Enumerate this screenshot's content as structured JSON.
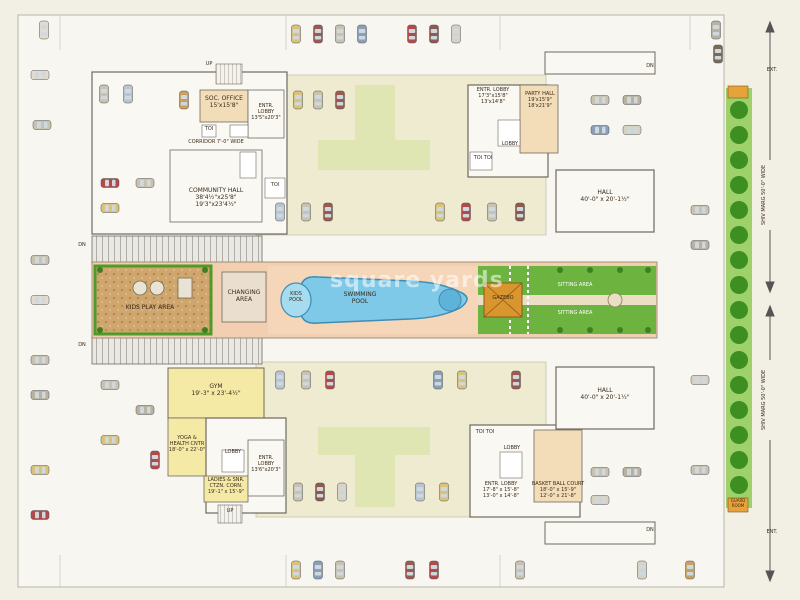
{
  "colors": {
    "ground": "#f2efe4",
    "road": "#f7f6f1",
    "courtyard": "#eeebd0",
    "green_pad": "#dfe6b4",
    "building_fill": "#f9f8f2",
    "room_yellow": "#f5e9a6",
    "room_peach": "#f3dcb8",
    "hatch": "#c9c6c0",
    "pool": "#7ec8e8",
    "lawn": "#6db33f",
    "hedge": "#4f9a2a",
    "play": "#d9b98a",
    "deck": "#f1cfb0",
    "gazebo": "#d9962e"
  },
  "labels": {
    "soc_office": "SOC. OFFICE\n15'x15'8\"",
    "entr_lobby_a": "ENTR.\nLOBBY\n13'5\"x20'3\"",
    "corridor": "CORRIDOR 7'-0\" WIDE",
    "community_hall": "COMMUNITY HALL\n38'4½\"x25'8\"\n19'3\"x23'4½\"",
    "toi": "TOI",
    "lobby": "LOBBY",
    "up": "UP",
    "dn": "DN",
    "ent_lobby_b": "ENTR. LOBBY\n17'3\"x15'8\"\n13'x14'8\"",
    "party_hall": "PARTY HALL\n19'x15'9\"\n18'x21'9\"",
    "toi_pair": "TOI TOI",
    "hall": "HALL\n40'-0\" x 20'-1½\"",
    "changing_area": "CHANGING\nAREA",
    "kids_pool": "KIDS\nPOOL",
    "swimming_pool": "SWIMMING\nPOOL",
    "gazebo": "GAZEBO",
    "sitting_area_1": "SITTING AREA",
    "sitting_area_2": "SITTING AREA",
    "kids_play_area": "KIDS PLAY AREA",
    "gym": "GYM\n19'-3\" x 23'-4½\"",
    "yoga": "YOGA &\nHEALTH CNTR\n18'-0\" x 22'-0\"",
    "ladies_sr": "LADIES & SNR.\nCTZN. CORN.\n19'-1\" x 15'-9\"",
    "entr_lobby_c": "ENTR.\nLOBBY\n13'6\"x20'3\"",
    "entr_lobby_d": "ENTR. LOBBY\n17'-8\" x 15'-8\"\n13'-0\" x 14'-8\"",
    "basket_ball": "BASKET BALL COURT\n18'-0\" x 15'-9\"\n12'-0\" x 21'-8\"",
    "hall_lower": "HALL\n40'-0\" x 20'-1½\"",
    "shiv_marg": "SHIV MARG 50'-0\" WIDE",
    "ext": "EXT.",
    "ent": "ENT.",
    "guard_room": "GUARD\nROOM",
    "watermark": "square yards"
  }
}
